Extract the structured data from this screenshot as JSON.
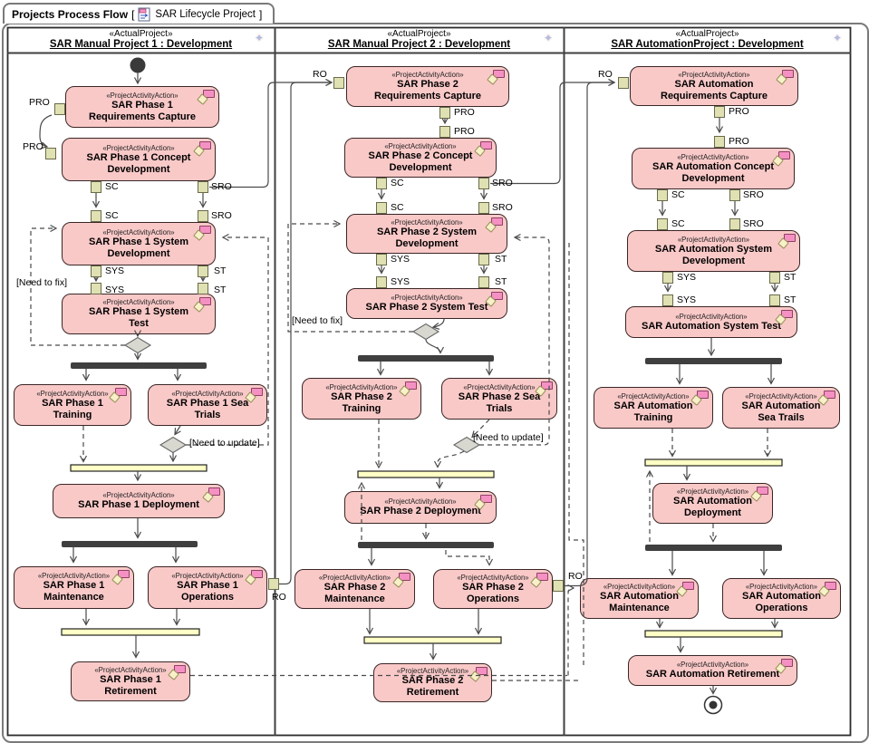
{
  "window": {
    "tab_title": "Projects Process Flow",
    "bracket_open": "[",
    "diagram_name": "SAR Lifecycle Project",
    "bracket_close": "]"
  },
  "icons": {
    "sparkle": "✦",
    "tab_icon": "activity-diagram-icon"
  },
  "stereotype_action": "«ProjectActivityAction»",
  "lanes": [
    {
      "stereotype": "«ActualProject»",
      "title": "SAR Manual Project 1 : Development"
    },
    {
      "stereotype": "«ActualProject»",
      "title": "SAR Manual Project 2 : Development"
    },
    {
      "stereotype": "«ActualProject»",
      "title": "SAR AutomationProject : Development"
    }
  ],
  "pin_labels": {
    "pro": "PRO",
    "sc": "SC",
    "sro": "SRO",
    "sys": "SYS",
    "st": "ST",
    "ro": "RO"
  },
  "annotations": [
    {
      "id": "fix-1",
      "text": "[Need to fix]"
    },
    {
      "id": "update-1",
      "text": "[Need to update]"
    },
    {
      "id": "fix-2",
      "text": "[Need to fix]"
    },
    {
      "id": "update-2",
      "text": "[Need to update]"
    }
  ],
  "actions": [
    {
      "id": "p1-req",
      "lines": [
        "SAR Phase 1",
        "Requirements Capture"
      ]
    },
    {
      "id": "p1-con",
      "lines": [
        "SAR Phase 1 Concept",
        "Development"
      ]
    },
    {
      "id": "p1-sys",
      "lines": [
        "SAR Phase 1 System",
        "Development"
      ]
    },
    {
      "id": "p1-tst",
      "lines": [
        "SAR Phase 1 System",
        "Test"
      ]
    },
    {
      "id": "p1-trn",
      "lines": [
        "SAR Phase 1",
        "Training"
      ]
    },
    {
      "id": "p1-sea",
      "lines": [
        "SAR Phase 1 Sea",
        "Trials"
      ]
    },
    {
      "id": "p1-dep",
      "lines": [
        "SAR Phase 1 Deployment"
      ]
    },
    {
      "id": "p1-mnt",
      "lines": [
        "SAR Phase 1",
        "Maintenance"
      ]
    },
    {
      "id": "p1-ops",
      "lines": [
        "SAR Phase 1",
        "Operations"
      ]
    },
    {
      "id": "p1-ret",
      "lines": [
        "SAR Phase 1",
        "Retirement"
      ]
    },
    {
      "id": "p2-req",
      "lines": [
        "SAR Phase 2",
        "Requirements Capture"
      ]
    },
    {
      "id": "p2-con",
      "lines": [
        "SAR Phase 2 Concept",
        "Development"
      ]
    },
    {
      "id": "p2-sys",
      "lines": [
        "SAR Phase 2 System",
        "Development"
      ]
    },
    {
      "id": "p2-tst",
      "lines": [
        "SAR Phase 2 System Test"
      ]
    },
    {
      "id": "p2-trn",
      "lines": [
        "SAR Phase 2",
        "Training"
      ]
    },
    {
      "id": "p2-sea",
      "lines": [
        "SAR Phase 2 Sea",
        "Trials"
      ]
    },
    {
      "id": "p2-dep",
      "lines": [
        "SAR Phase 2 Deployment"
      ]
    },
    {
      "id": "p2-mnt",
      "lines": [
        "SAR Phase 2",
        "Maintenance"
      ]
    },
    {
      "id": "p2-ops",
      "lines": [
        "SAR Phase 2",
        "Operations"
      ]
    },
    {
      "id": "p2-ret",
      "lines": [
        "SAR Phase 2",
        "Retirement"
      ]
    },
    {
      "id": "p3-req",
      "lines": [
        "SAR Automation",
        "Requirements Capture"
      ]
    },
    {
      "id": "p3-con",
      "lines": [
        "SAR Automation Concept",
        "Development"
      ]
    },
    {
      "id": "p3-sys",
      "lines": [
        "SAR Automation System",
        "Development"
      ]
    },
    {
      "id": "p3-tst",
      "lines": [
        "SAR Automation System Test"
      ]
    },
    {
      "id": "p3-trn",
      "lines": [
        "SAR Automation",
        "Training"
      ]
    },
    {
      "id": "p3-sea",
      "lines": [
        "SAR Automation",
        "Sea Trails"
      ]
    },
    {
      "id": "p3-dep",
      "lines": [
        "SAR Automation",
        "Deployment"
      ]
    },
    {
      "id": "p3-mnt",
      "lines": [
        "SAR Automation",
        "Maintenance"
      ]
    },
    {
      "id": "p3-ops",
      "lines": [
        "SAR Automation",
        "Operations"
      ]
    },
    {
      "id": "p3-ret",
      "lines": [
        "SAR Automation Retirement"
      ]
    }
  ],
  "colors": {
    "action_fill": "#f9c9c8",
    "action_border": "#3b2626",
    "pin_fill": "#e0e1b3",
    "pin_border": "#6a6a4a",
    "fork_bar": "#3f3f3f",
    "join_fill": "#ffffc6",
    "diamond_fill": "#d8d8d0",
    "flow_line": "#4a4a4a",
    "note_icon": "#f591c2",
    "tag_icon": "#f7f0c8"
  }
}
